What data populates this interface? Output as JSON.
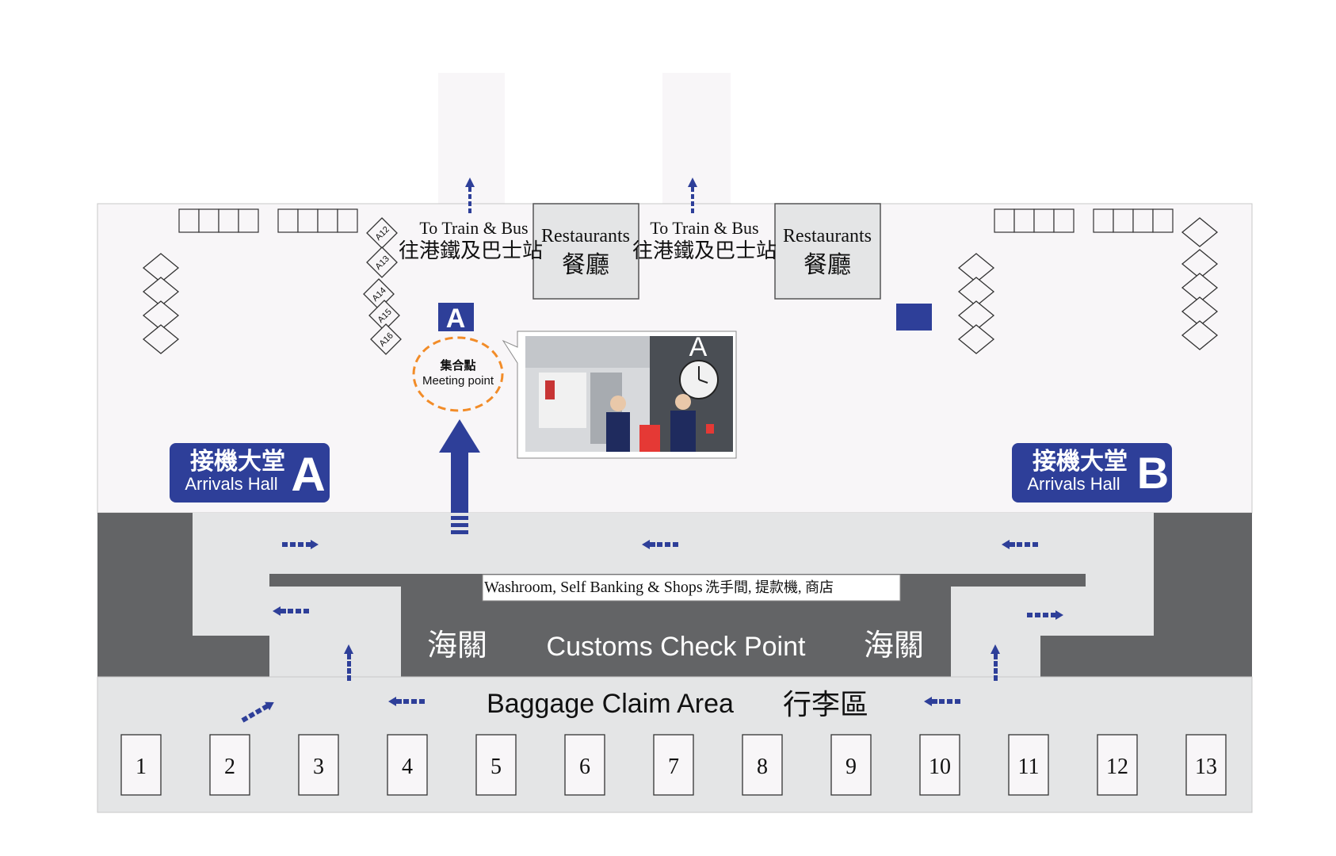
{
  "colors": {
    "accent": "#2e3f99",
    "dark_wall": "#636466",
    "corridor": "#e4e5e6",
    "hall_floor": "#f8f6f8",
    "meeting_ring": "#f28c28"
  },
  "top_exits": [
    {
      "line1": "To Train & Bus",
      "line2": "往港鐵及巴士站"
    },
    {
      "line1": "To Train & Bus",
      "line2": "往港鐵及巴士站"
    }
  ],
  "restaurants": [
    {
      "en": "Restaurants",
      "zh": "餐廳"
    },
    {
      "en": "Restaurants",
      "zh": "餐廳"
    }
  ],
  "gates": [
    "A12",
    "A13",
    "A14",
    "A15",
    "A16"
  ],
  "marker_a": "A",
  "meeting_point": {
    "zh": "集合點",
    "en": "Meeting point"
  },
  "photo": {
    "sign_letter": "A",
    "icon": "staff-photo"
  },
  "hall_a": {
    "zh": "接機大堂",
    "en": "Arrivals Hall",
    "letter": "A"
  },
  "hall_b": {
    "zh": "接機大堂",
    "en": "Arrivals Hall",
    "letter": "B"
  },
  "washroom": {
    "en": "Washroom, Self Banking & Shops",
    "zh": "洗手間, 提款機, 商店"
  },
  "customs": {
    "zh_left": "海關",
    "en": "Customs Check Point",
    "zh_right": "海關"
  },
  "baggage": {
    "en": "Baggage Claim Area",
    "zh": "行李區"
  },
  "belts": [
    "1",
    "2",
    "3",
    "4",
    "5",
    "6",
    "7",
    "8",
    "9",
    "10",
    "11",
    "12",
    "13"
  ]
}
